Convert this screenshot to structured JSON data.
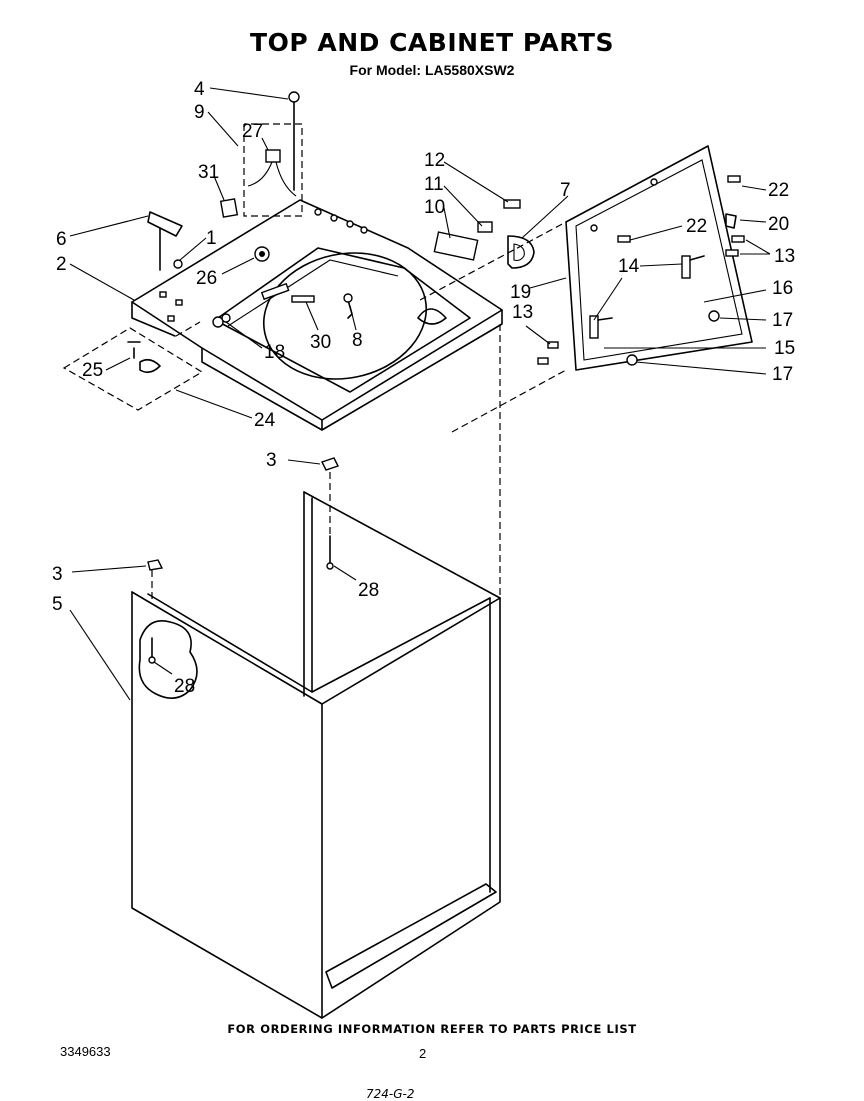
{
  "header": {
    "title": "TOP AND CABINET PARTS",
    "subtitle": "For Model: LA5580XSW2"
  },
  "footer": {
    "ordering_note": "FOR ORDERING INFORMATION REFER TO PARTS PRICE LIST",
    "document_number": "3349633",
    "page_number": "2",
    "handwritten_code": "724-G-2"
  },
  "callouts": [
    {
      "id": "c4",
      "label": "4"
    },
    {
      "id": "c9",
      "label": "9"
    },
    {
      "id": "c27",
      "label": "27"
    },
    {
      "id": "c31",
      "label": "31"
    },
    {
      "id": "c6",
      "label": "6"
    },
    {
      "id": "c1",
      "label": "1"
    },
    {
      "id": "c2",
      "label": "2"
    },
    {
      "id": "c26",
      "label": "26"
    },
    {
      "id": "c25",
      "label": "25"
    },
    {
      "id": "c24",
      "label": "24"
    },
    {
      "id": "c18",
      "label": "18"
    },
    {
      "id": "c30",
      "label": "30"
    },
    {
      "id": "c8",
      "label": "8"
    },
    {
      "id": "c12",
      "label": "12"
    },
    {
      "id": "c11",
      "label": "11"
    },
    {
      "id": "c10",
      "label": "10"
    },
    {
      "id": "c7",
      "label": "7"
    },
    {
      "id": "c22a",
      "label": "22"
    },
    {
      "id": "c22b",
      "label": "22"
    },
    {
      "id": "c20",
      "label": "20"
    },
    {
      "id": "c13a",
      "label": "13"
    },
    {
      "id": "c14",
      "label": "14"
    },
    {
      "id": "c19",
      "label": "19"
    },
    {
      "id": "c16",
      "label": "16"
    },
    {
      "id": "c13b",
      "label": "13"
    },
    {
      "id": "c17a",
      "label": "17"
    },
    {
      "id": "c15",
      "label": "15"
    },
    {
      "id": "c17b",
      "label": "17"
    },
    {
      "id": "c3a",
      "label": "3"
    },
    {
      "id": "c28a",
      "label": "28"
    },
    {
      "id": "c3b",
      "label": "3"
    },
    {
      "id": "c5",
      "label": "5"
    },
    {
      "id": "c28b",
      "label": "28"
    }
  ]
}
